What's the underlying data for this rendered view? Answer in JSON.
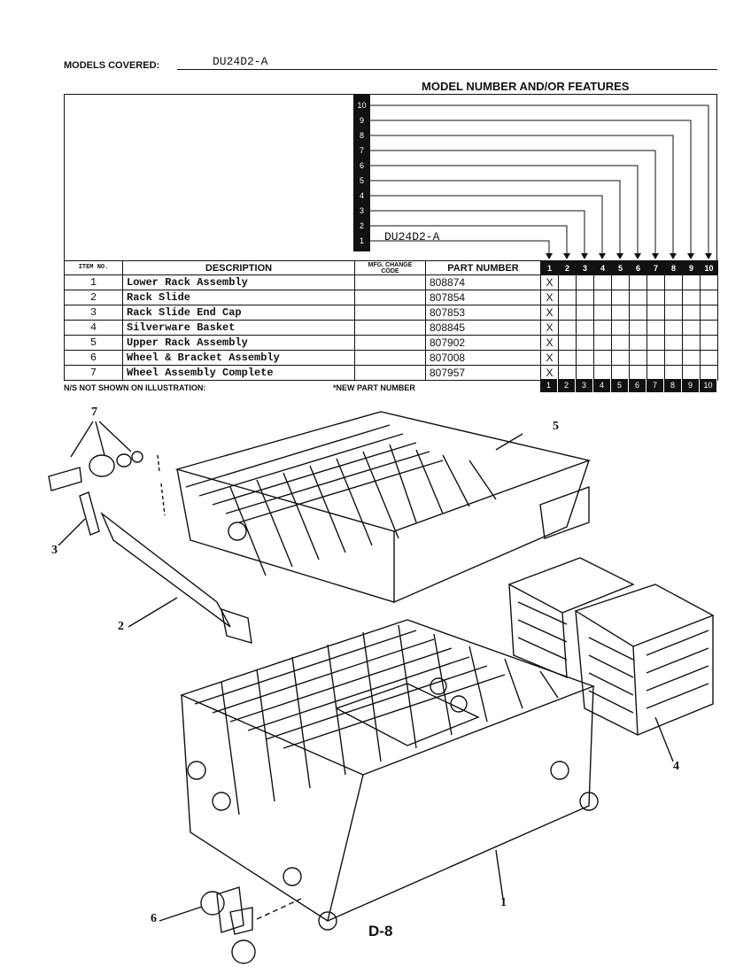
{
  "header": {
    "models_covered_label": "MODELS COVERED:",
    "models_covered_value": "DU24D2-A",
    "features_header": "MODEL NUMBER AND/OR FEATURES",
    "model_column_label": "DU24D2-A",
    "feature_numbers": [
      "10",
      "9",
      "8",
      "7",
      "6",
      "5",
      "4",
      "3",
      "2",
      "1"
    ]
  },
  "table": {
    "headers": {
      "item": "ITEM NO.",
      "description": "DESCRIPTION",
      "mfg": "MFG. CHANGE CODE",
      "part": "PART NUMBER",
      "features": [
        "1",
        "2",
        "3",
        "4",
        "5",
        "6",
        "7",
        "8",
        "9",
        "10"
      ]
    },
    "rows": [
      {
        "item": "1",
        "description": "Lower Rack Assembly",
        "part": "808874",
        "mark": "X"
      },
      {
        "item": "2",
        "description": "Rack Slide",
        "part": "807854",
        "mark": "X"
      },
      {
        "item": "3",
        "description": "Rack Slide End Cap",
        "part": "807853",
        "mark": "X"
      },
      {
        "item": "4",
        "description": "Silverware Basket",
        "part": "808845",
        "mark": "X"
      },
      {
        "item": "5",
        "description": "Upper Rack Assembly",
        "part": "807902",
        "mark": "X"
      },
      {
        "item": "6",
        "description": "Wheel & Bracket Assembly",
        "part": "807008",
        "mark": "X"
      },
      {
        "item": "7",
        "description": "Wheel Assembly Complete",
        "part": "807957",
        "mark": "X"
      }
    ]
  },
  "footer": {
    "ns_note": "N/S NOT SHOWN ON ILLUSTRATION:",
    "new_part_note": "*NEW PART NUMBER",
    "feature_numbers": [
      "1",
      "2",
      "3",
      "4",
      "5",
      "6",
      "7",
      "8",
      "9",
      "10"
    ]
  },
  "illustration": {
    "callouts": [
      "7",
      "5",
      "3",
      "2",
      "4",
      "6",
      "1"
    ],
    "page_id": "D-8"
  }
}
